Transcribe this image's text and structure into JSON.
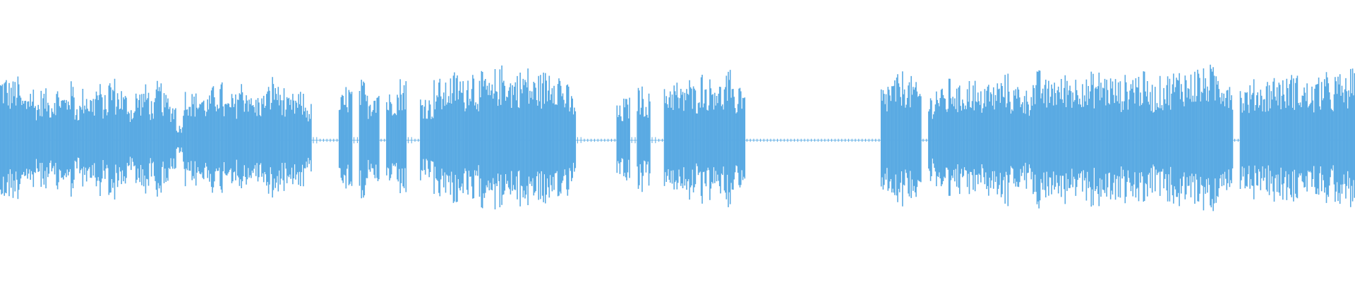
{
  "waveform": {
    "color": "#5AAAE3",
    "baseline_color": "#7FBDEA",
    "envelope": [
      0.86,
      0.78,
      0.82,
      0.6,
      0.72,
      0.55,
      0.66,
      0.58,
      0.7,
      0.62,
      0.76,
      0.5,
      0.68,
      0.6,
      0.74,
      0.58,
      0.82,
      0.7,
      0.62,
      0.48,
      0.66,
      0.72,
      0.54,
      0.76,
      0.6,
      0.5,
      0.2,
      0.68,
      0.62,
      0.64,
      0.58,
      0.7,
      0.75,
      0.54,
      0.6,
      0.78,
      0.74,
      0.56,
      0.6,
      0.72,
      0.85,
      0.7,
      0.55,
      0.6,
      0.62,
      0.48,
      0.04,
      0.02,
      0.02,
      0.02,
      0.6,
      0.72,
      0.04,
      0.78,
      0.6,
      0.75,
      0.02,
      0.62,
      0.7,
      0.82,
      0.04,
      0.02,
      0.6,
      0.55,
      0.8,
      0.74,
      0.85,
      0.9,
      0.78,
      0.96,
      0.8,
      0.88,
      0.75,
      0.92,
      0.98,
      0.85,
      0.9,
      0.95,
      0.82,
      0.86,
      0.9,
      1.0,
      0.92,
      0.72,
      0.6,
      0.04,
      0.02,
      0.02,
      0.02,
      0.02,
      0.02,
      0.45,
      0.55,
      0.04,
      0.7,
      0.62,
      0.04,
      0.02,
      0.75,
      0.78,
      0.68,
      0.82,
      0.72,
      0.88,
      0.8,
      0.85,
      0.74,
      0.9,
      0.66,
      0.8,
      0.02,
      0.02,
      0.02,
      0.02,
      0.02,
      0.02,
      0.02,
      0.02,
      0.02,
      0.02,
      0.02,
      0.02,
      0.02,
      0.02,
      0.02,
      0.02,
      0.02,
      0.02,
      0.02,
      0.02,
      0.7,
      0.78,
      0.84,
      0.9,
      0.82,
      0.74,
      0.02,
      0.6,
      0.72,
      0.66,
      0.8,
      0.7,
      0.75,
      0.8,
      0.64,
      0.78,
      0.72,
      0.8,
      0.86,
      0.7,
      0.76,
      0.66,
      0.82,
      0.9,
      0.78,
      0.86,
      0.8,
      0.88,
      0.84,
      0.92,
      0.8,
      0.88,
      0.9,
      0.86,
      0.82,
      0.78,
      0.84,
      0.92,
      0.88,
      0.8,
      0.74,
      0.82,
      0.86,
      0.9,
      0.94,
      0.88,
      0.96,
      0.92,
      0.98,
      0.94,
      0.9,
      0.86,
      0.02,
      0.7,
      0.72,
      0.78,
      0.74,
      0.82,
      0.86,
      0.8,
      0.88,
      0.84,
      0.76,
      0.72,
      0.8,
      0.88,
      0.74,
      0.86,
      0.82,
      0.92
    ]
  }
}
